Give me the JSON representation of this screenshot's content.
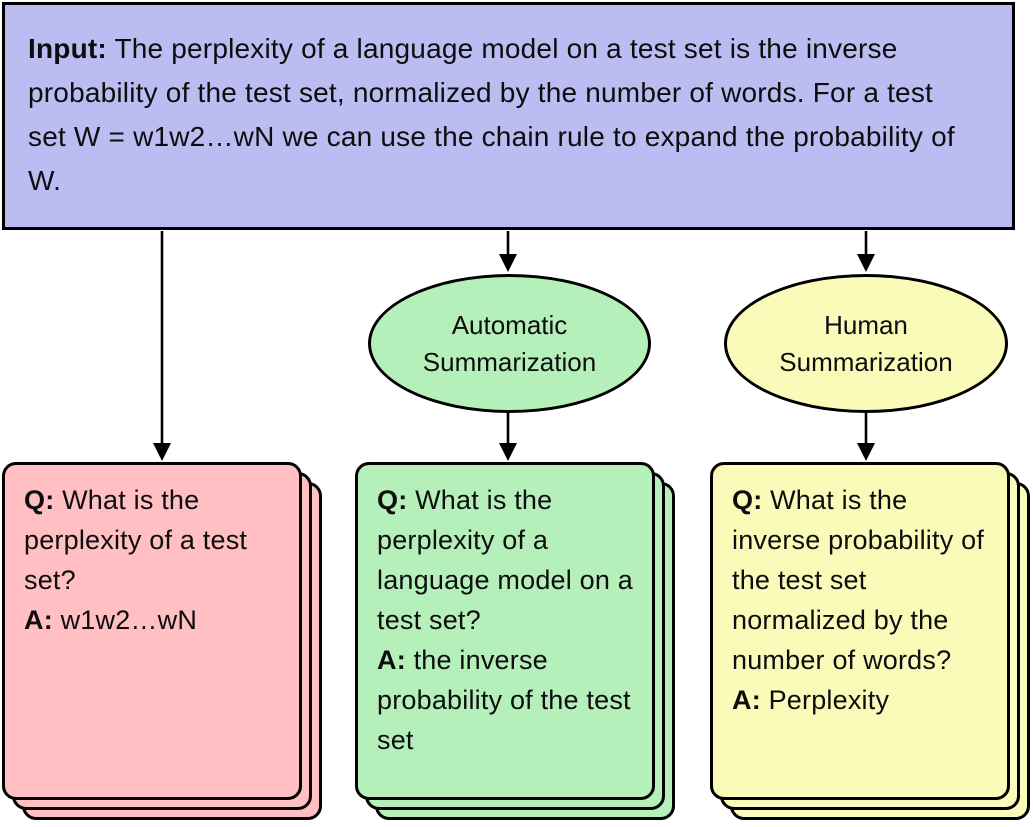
{
  "input_box": {
    "label": "Input:",
    "text": "The perplexity of a language model on a test set is the inverse probability of the test set, normalized by the number of words. For a test set W = w1w2…wN we can use the chain rule to expand the probability of W."
  },
  "nodes": {
    "automatic": {
      "label": "Automatic Summarization"
    },
    "human": {
      "label": "Human Summarization"
    }
  },
  "labels": {
    "q_prefix": "Q:",
    "a_prefix": "A:"
  },
  "cards": {
    "direct": {
      "q": "What is the perplexity of a test set?",
      "a": "w1w2…wN"
    },
    "automatic": {
      "q": "What is the perplexity of a language model on a test set?",
      "a": "the inverse probability of the test set"
    },
    "human": {
      "q": "What is the inverse probability of the test set normalized by the number of words?",
      "a": "Perplexity"
    }
  },
  "colors": {
    "input_fill": "#bbbcf2",
    "green_fill": "#b5f0ba",
    "yellow_fill": "#fafab9",
    "pink_fill": "#ffbfc3",
    "line_color": "#000000"
  }
}
